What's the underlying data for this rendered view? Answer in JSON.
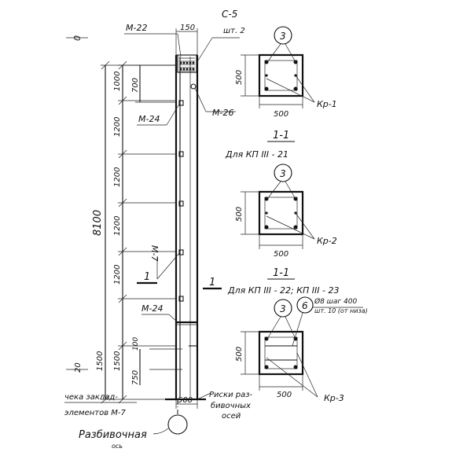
{
  "elevation": {
    "level_zero": "0",
    "total_height": "8100",
    "left_dims": [
      "1000",
      "1200",
      "1200",
      "1200",
      "1200",
      "1500",
      "1500"
    ],
    "inner_dims": [
      "700",
      "100",
      "750"
    ],
    "top_width": "150",
    "bottom_width": "500",
    "labels": {
      "m22": "М-22",
      "c5": "С-5",
      "c5_qty": "шт. 2",
      "m26": "М-26",
      "m24_upper": "М-24",
      "m24_lower": "М-24",
      "m7": "М-7",
      "section_left": "1",
      "section_right": "1",
      "level_20": "20",
      "axis_risk_1": "Риски раз-",
      "axis_risk_2": "бивочных",
      "axis_risk_3": "осей"
    },
    "bottom_note_1": "чека заклад-",
    "bottom_note_2": "элементов М-7",
    "marking_1": "Разбивочная",
    "marking_2": "ось"
  },
  "sections": [
    {
      "title": "1-1",
      "caption": "Для КП III - 21",
      "side": "500",
      "width": "500",
      "bar_mark": "3",
      "cage": "Кр-1"
    },
    {
      "title": "1-1",
      "caption": "Для КП III - 22; КП III - 23",
      "side": "500",
      "width": "500",
      "bar_mark": "3",
      "cage": "Кр-2"
    },
    {
      "title": "",
      "caption": "",
      "side": "500",
      "width": "500",
      "bar_mark": "3",
      "bar_mark_2": "6",
      "note_1": "Ø8 шаг 400",
      "note_2": "шт. 10 (от низа)",
      "cage": "Кр-3"
    }
  ]
}
